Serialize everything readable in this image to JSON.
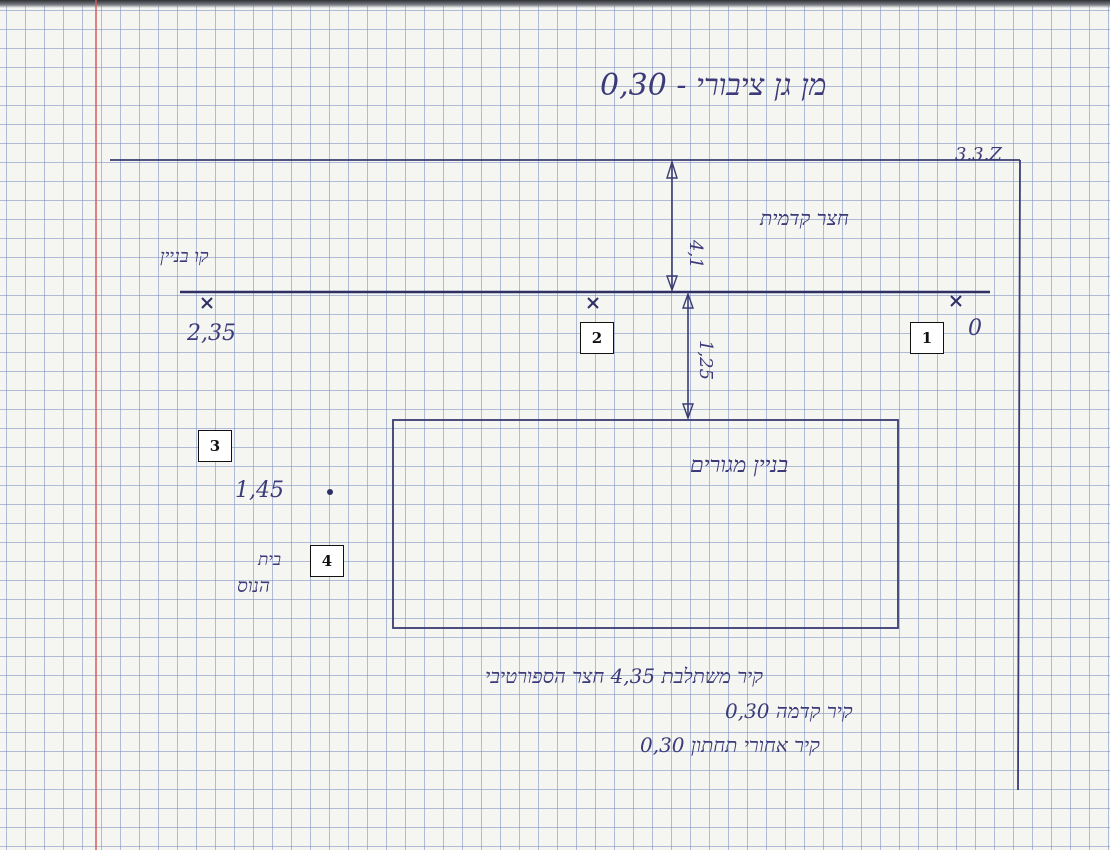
{
  "header": {
    "text": "מן גן ציבורי - 0,30"
  },
  "corner_note": "3.3.Z",
  "labels": {
    "front_yard": "חצר קדמית",
    "dim_front": "4,1",
    "dim_building": "1,25",
    "kol_boneh": "קו בניין",
    "pt_left": "2,35",
    "pt_right": "0",
    "pt_145": "1,45",
    "house": "בניין מגורים",
    "beit": "בית",
    "hamos": "הנוס"
  },
  "notes": [
    "קיר משתלבת 4,35 חצר הספורטיבי",
    "קיר קדמה 0,30",
    "קיר אחורי תחתון 0,30"
  ],
  "markers": [
    {
      "num": "1"
    },
    {
      "num": "2"
    },
    {
      "num": "3"
    },
    {
      "num": "4"
    }
  ],
  "colors": {
    "ink": "#3c3a78",
    "line": "#3a3c72",
    "grid": "#8190c0",
    "margin": "#d65a5a"
  }
}
